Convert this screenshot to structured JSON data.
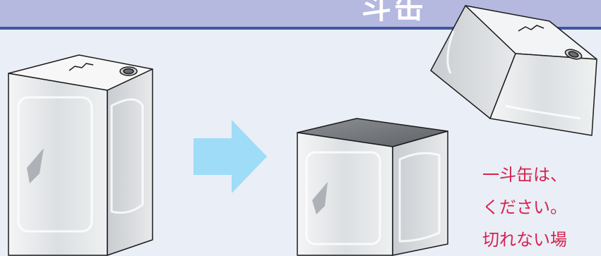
{
  "header": {
    "title": "斗缶",
    "band_color": "#b5b8df",
    "rule_color": "#3f56a3"
  },
  "illustration": {
    "background_color": "#eaeef7",
    "arrow_color": "#9fdcf7",
    "can_outline_color": "#1b1b1b",
    "icons": [
      "intact-can-icon",
      "right-arrow-icon",
      "open-can-body-icon",
      "cut-lid-icon"
    ]
  },
  "caption": {
    "color": "#d6234e",
    "lines": [
      "一斗缶は、",
      "ください。",
      "切れない場"
    ]
  }
}
